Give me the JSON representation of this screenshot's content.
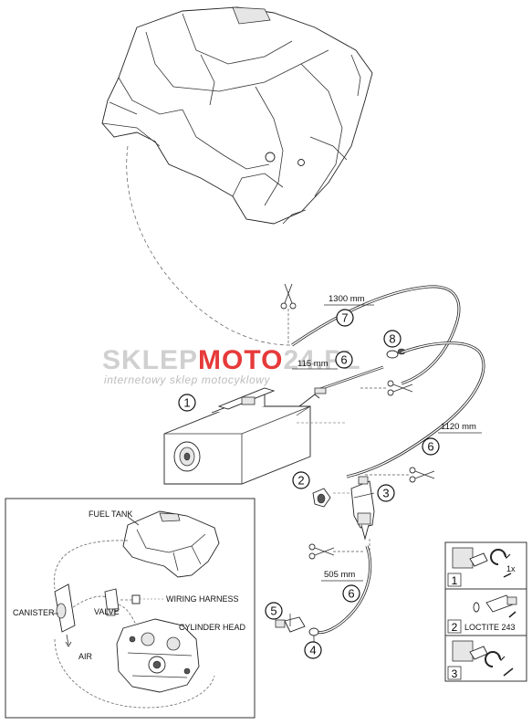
{
  "watermark": {
    "part1": "SKLEP",
    "part2": "MOTO",
    "part3": "24.PL",
    "tagline": "internetowy sklep motocyklowy",
    "color_grey": "#d0d0d0",
    "color_red": "#e63a3a"
  },
  "callouts": [
    "1",
    "2",
    "3",
    "4",
    "5",
    "6",
    "7",
    "8"
  ],
  "dimensions": {
    "hose7": "1300 mm",
    "hose6_short": "115 mm",
    "hose6_long": "1120 mm",
    "hose6_bottom": "505 mm"
  },
  "schematic": {
    "fuel_tank": "FUEL TANK",
    "canister": "CANISTER",
    "valve": "VALVE",
    "wiring_harness": "WIRING HARNESS",
    "cylinder_head": "CYLINDER HEAD",
    "air": "AIR"
  },
  "steps": {
    "step1_num": "1",
    "step1_note": "1x",
    "step2_num": "2",
    "step2_note": "LOCTITE 243",
    "step3_num": "3"
  }
}
